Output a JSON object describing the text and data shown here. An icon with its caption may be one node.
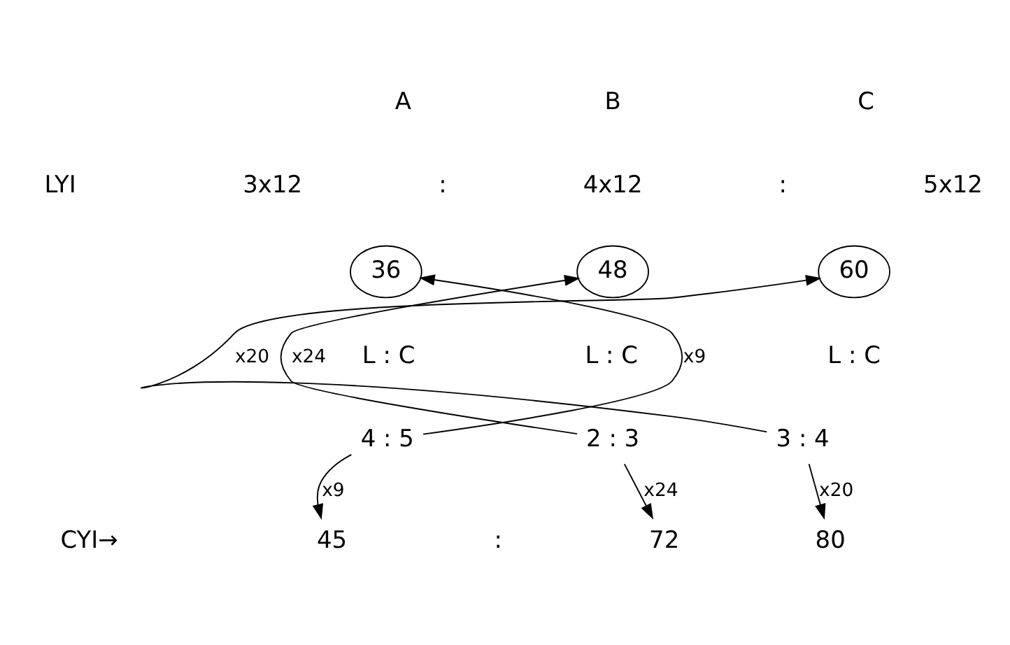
{
  "diagram": {
    "nodes": [
      {
        "text": [
          "36"
        ]
      },
      {
        "text": [
          "48"
        ]
      },
      {
        "text": [
          "60"
        ]
      },
      {
        "text": [
          "4 : 5"
        ]
      },
      {
        "text": [
          "2 : 3"
        ]
      },
      {
        "text": [
          "3 : 4"
        ]
      },
      {
        "text": [
          "45"
        ]
      },
      {
        "text": [
          "72"
        ]
      },
      {
        "text": [
          "80"
        ]
      }
    ],
    "edges": [
      {
        "from": 3,
        "to": 0,
        "arrow": "to",
        "label": "x9"
      },
      {
        "from": 3,
        "to": 6,
        "arrow": "to",
        "label": "x9"
      },
      {
        "from": 4,
        "to": 1,
        "arrow": "to",
        "label": "x24"
      },
      {
        "from": 4,
        "to": 7,
        "arrow": "to",
        "label": "x24"
      },
      {
        "from": 5,
        "to": 2,
        "arrow": "to",
        "label": "x20"
      },
      {
        "from": 5,
        "to": 8,
        "arrow": "to",
        "label": "x20"
      }
    ],
    "labels": [
      "A",
      "B",
      "C",
      "LYI",
      "3x12",
      ":",
      "4x12",
      ":",
      "5x12",
      "L : C",
      "L : C",
      "L : C",
      "CYI→",
      ":"
    ]
  }
}
